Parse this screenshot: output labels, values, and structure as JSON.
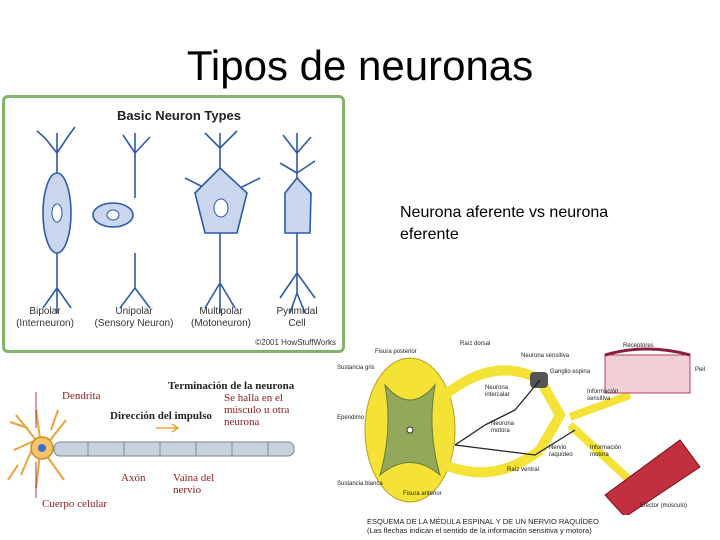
{
  "slide": {
    "title": "Tipos de neuronas",
    "caption": "Neurona aferente vs neurona eferente"
  },
  "neuron_types": {
    "title": "Basic Neuron Types",
    "types": [
      {
        "name": "Bipolar",
        "sub": "(Interneuron)"
      },
      {
        "name": "Unipolar",
        "sub": "(Sensory Neuron)"
      },
      {
        "name": "Multipolar",
        "sub": "(Motoneuron)"
      },
      {
        "name": "Pyrimidal",
        "sub": "Cell"
      }
    ],
    "copyright": "©2001 HowStuffWorks"
  },
  "neuron_diagram": {
    "dendrita": "Dendrita",
    "terminacion": "Terminación de la neurona",
    "terminacion_sub": "Se halla en el músculo u otra neurona",
    "direccion": "Dirección del impulso",
    "axon": "Axón",
    "vaina": "Vaina del nervio",
    "cuerpo": "Cuerpo celular"
  },
  "spinal_diagram": {
    "labels": {
      "fisura_posterior": "Fisura posterior",
      "sustancia_gris": "Sustancia gris",
      "epandimo": "Epéndimo",
      "sustancia_blanca": "Sustancia blanca",
      "fisura_anterior": "Fisura anterior",
      "raiz_dorsal": "Raíz dorsal",
      "neurona_sensitiva": "Neurona sensitiva",
      "ganglio_espina": "Ganglio espina",
      "neurona_intercalar": "Neurona intercalar",
      "neurona_motora": "Neurona motora",
      "raiz_ventral": "Raíz ventral",
      "nervio_raquideo": "Nervio raquídeo",
      "info_sensitiva": "Información sensitiva",
      "info_motora": "Información motora",
      "receptores": "Receptores",
      "piel": "Piel",
      "efector": "Efector (músculo)"
    },
    "caption_line1": "ESQUEMA DE LA MÉDULA ESPINAL Y DE UN NERVIO RAQUÍDEO",
    "caption_line2": "(Las flechas indican el sentido de la información sensitiva y motora)"
  }
}
